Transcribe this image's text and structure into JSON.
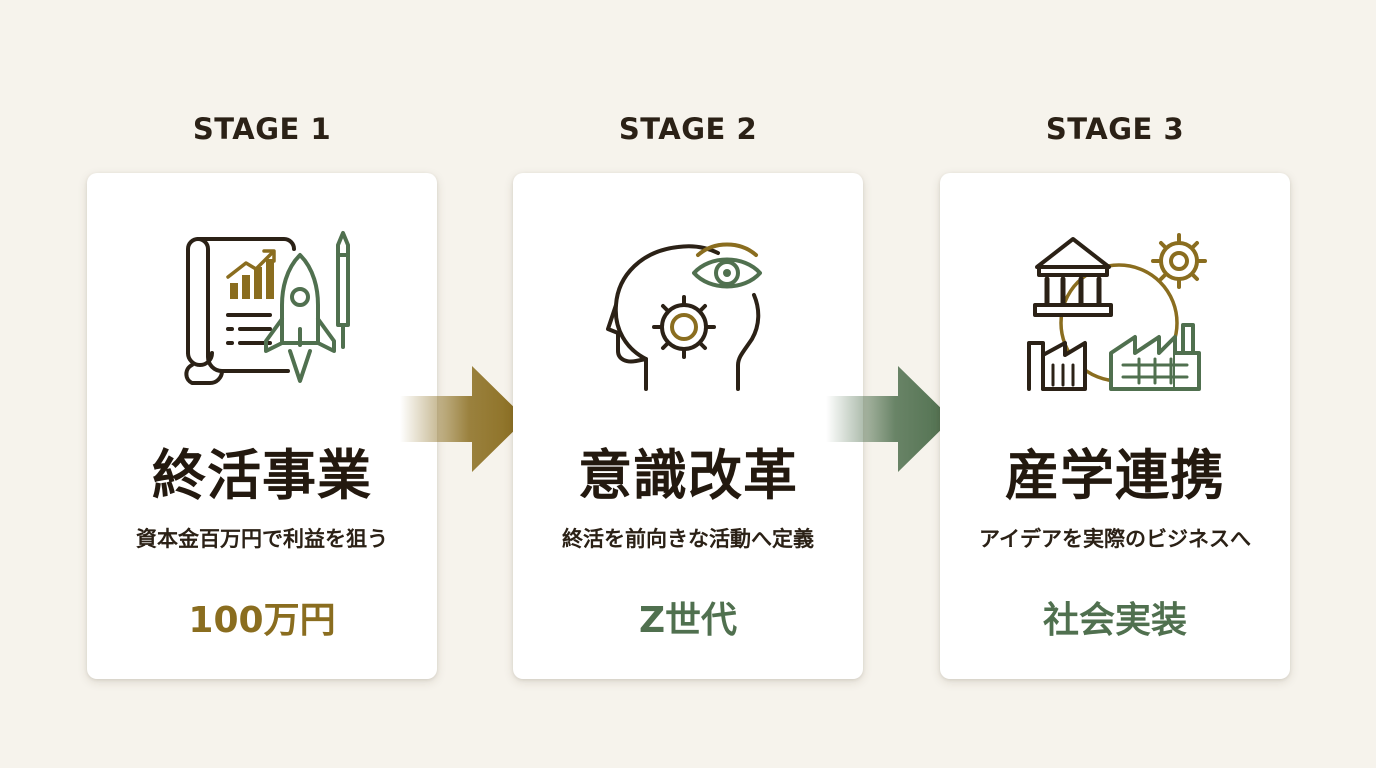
{
  "stages": [
    {
      "label": "STAGE 1",
      "title": "終活事業",
      "subtitle": "資本金百万円で利益を狙う",
      "value": "100万円",
      "value_color": "#8a6d1f",
      "icon": "scroll-chart-rocket-icon"
    },
    {
      "label": "STAGE 2",
      "title": "意識改革",
      "subtitle": "終活を前向きな活動へ定義",
      "value": "Z世代",
      "value_color": "#50704f",
      "icon": "head-gear-eye-icon"
    },
    {
      "label": "STAGE 3",
      "title": "産学連携",
      "subtitle": "アイデアを実際のビジネスへ",
      "value": "社会実装",
      "value_color": "#50704f",
      "icon": "university-gear-factory-icon"
    }
  ],
  "arrows": [
    {
      "icon": "arrow-right-icon",
      "color": "#8a6d1f"
    },
    {
      "icon": "arrow-right-icon",
      "color": "#50704f"
    }
  ],
  "colors": {
    "background": "#f6f3ec",
    "dark": "#2b2116",
    "gold": "#8a6d1f",
    "green": "#50704f"
  }
}
